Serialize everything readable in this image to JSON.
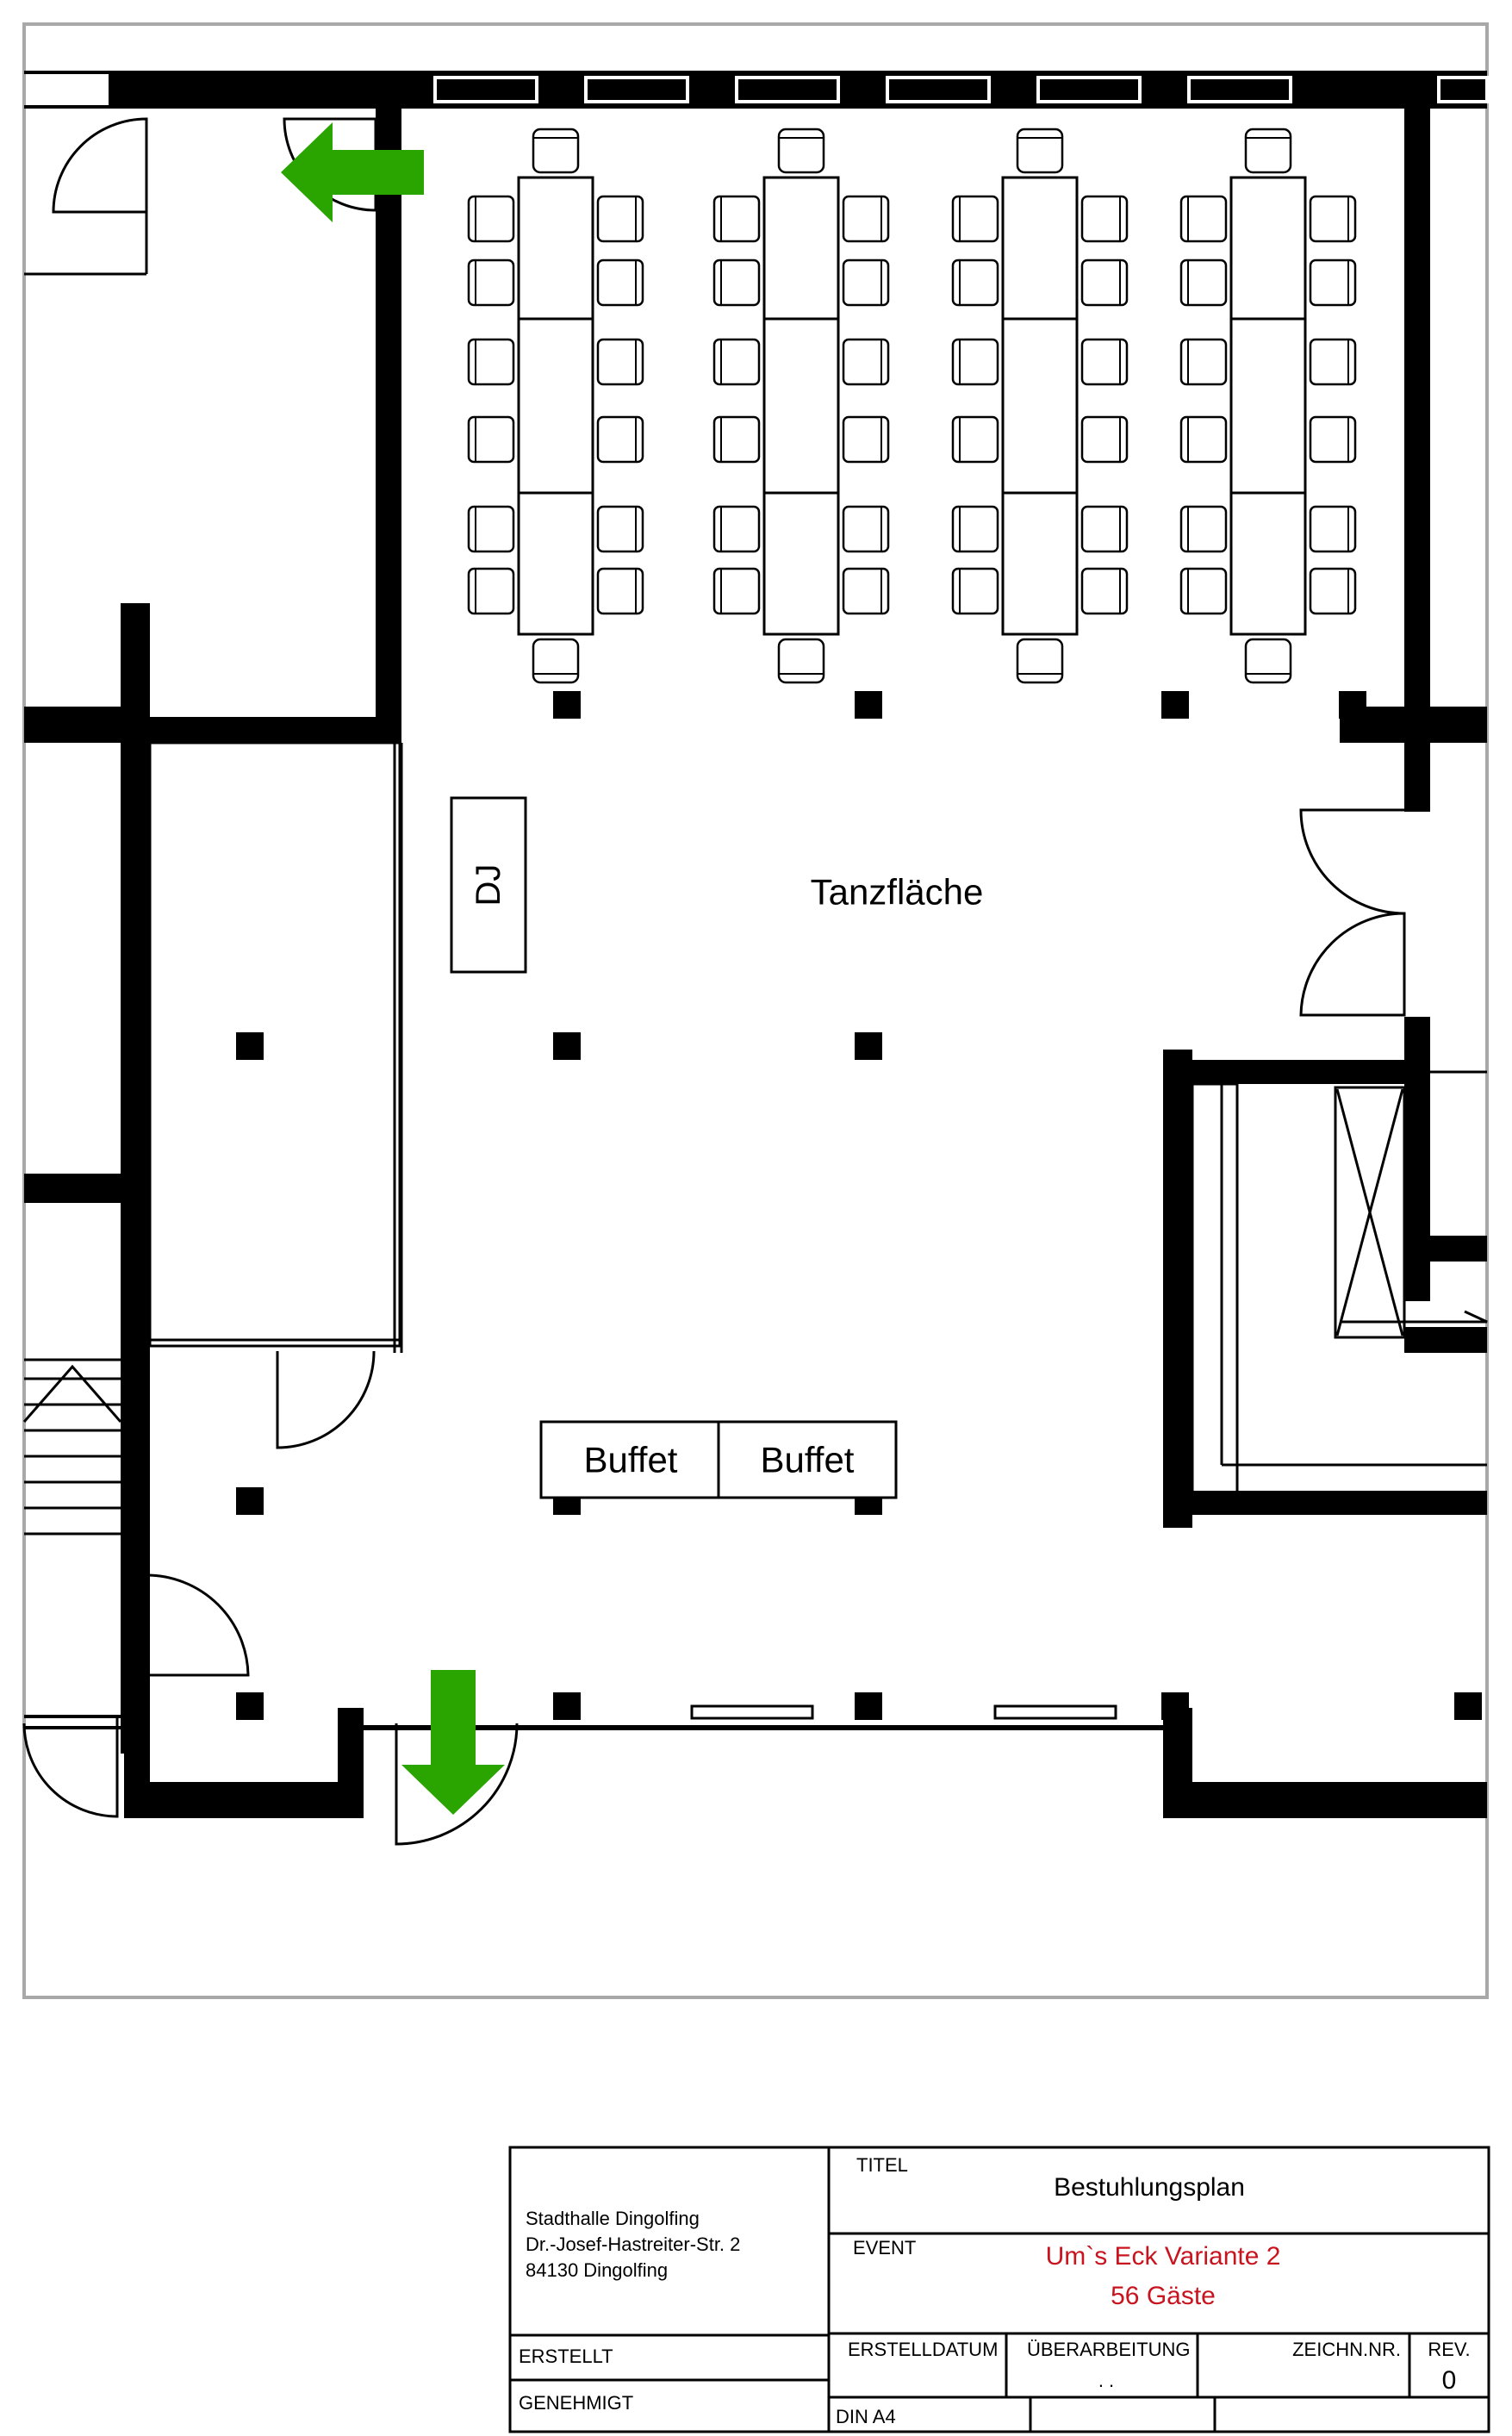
{
  "plan": {
    "dance_floor_label": "Tanzfläche",
    "dj_label": "DJ",
    "buffets": [
      "Buffet",
      "Buffet"
    ],
    "exit_arrows": [
      {
        "direction": "left",
        "icon": "exit-arrow-left-icon"
      },
      {
        "direction": "down",
        "icon": "exit-arrow-down-icon"
      }
    ],
    "seating_tables": 4,
    "accent_color": "#2aa500"
  },
  "title_block": {
    "address_line1": "Stadthalle Dingolfing",
    "address_line2": "Dr.-Josef-Hastreiter-Str. 2",
    "address_line3": "84130 Dingolfing",
    "titel_label": "TITEL",
    "titel_value": "Bestuhlungsplan",
    "event_label": "EVENT",
    "event_line1": "Um`s Eck Variante 2",
    "event_line2": "56 Gäste",
    "erstellt_label": "ERSTELLT",
    "genehmigt_label": "GENEHMIGT",
    "erstelldatum_label": "ERSTELLDATUM",
    "ueberarbeitung_label": "ÜBERARBEITUNG",
    "ueberarbeitung_value": ". .",
    "zeichn_nr_label": "ZEICHN.NR.",
    "rev_label": "REV.",
    "rev_value": "0",
    "format_label": "DIN A4",
    "event_color": "#c8141e"
  }
}
